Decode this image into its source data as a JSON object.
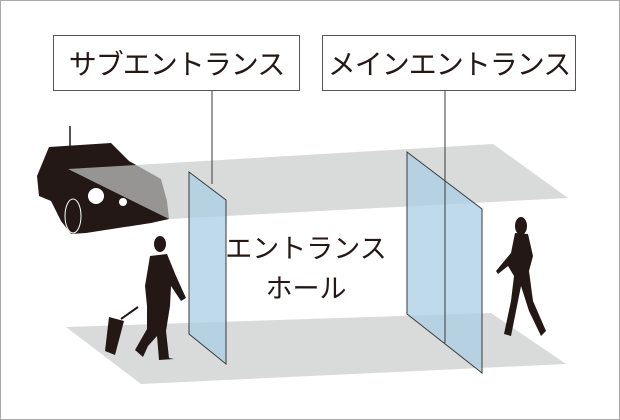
{
  "labels": {
    "sub_entrance": "サブエントランス",
    "main_entrance": "メインエントランス",
    "hall_line1": "エントランス",
    "hall_line2": "ホール"
  },
  "colors": {
    "floor": "#d9dada",
    "glass": "#a9cde3",
    "silhouette": "#231815",
    "frame": "#a8a8a8"
  }
}
